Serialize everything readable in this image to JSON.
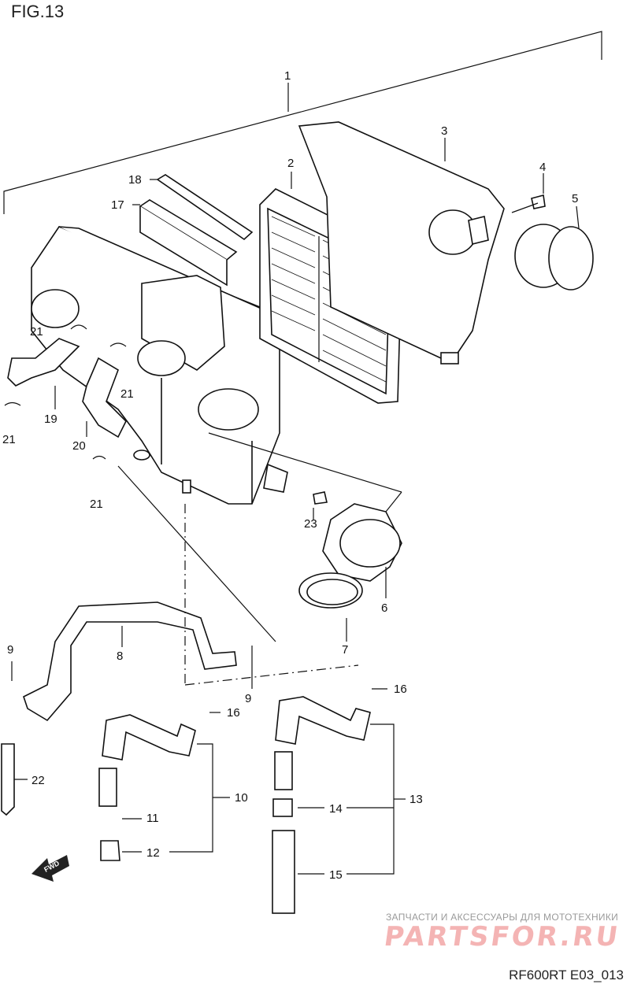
{
  "figure": {
    "title": "FIG.13",
    "code": "RF600RT E03_013"
  },
  "watermark": {
    "tagline": "ЗАПЧАСТИ И АКСЕССУАРЫ ДЛЯ МОТОТЕХНИКИ",
    "brand": "PARTSFOR.RU"
  },
  "fwd_arrow": {
    "label": "FWD"
  },
  "callouts": [
    {
      "id": "c1",
      "label": "1"
    },
    {
      "id": "c2",
      "label": "2"
    },
    {
      "id": "c3",
      "label": "3"
    },
    {
      "id": "c4",
      "label": "4"
    },
    {
      "id": "c5",
      "label": "5"
    },
    {
      "id": "c6",
      "label": "6"
    },
    {
      "id": "c7",
      "label": "7"
    },
    {
      "id": "c8",
      "label": "8"
    },
    {
      "id": "c9a",
      "label": "9"
    },
    {
      "id": "c9b",
      "label": "9"
    },
    {
      "id": "c10",
      "label": "10"
    },
    {
      "id": "c11",
      "label": "11"
    },
    {
      "id": "c12",
      "label": "12"
    },
    {
      "id": "c13",
      "label": "13"
    },
    {
      "id": "c14",
      "label": "14"
    },
    {
      "id": "c15",
      "label": "15"
    },
    {
      "id": "c16a",
      "label": "16"
    },
    {
      "id": "c16b",
      "label": "16"
    },
    {
      "id": "c17",
      "label": "17"
    },
    {
      "id": "c18",
      "label": "18"
    },
    {
      "id": "c19",
      "label": "19"
    },
    {
      "id": "c20",
      "label": "20"
    },
    {
      "id": "c21a",
      "label": "21"
    },
    {
      "id": "c21b",
      "label": "21"
    },
    {
      "id": "c21c",
      "label": "21"
    },
    {
      "id": "c21d",
      "label": "21"
    },
    {
      "id": "c22",
      "label": "22"
    },
    {
      "id": "c23",
      "label": "23"
    }
  ]
}
